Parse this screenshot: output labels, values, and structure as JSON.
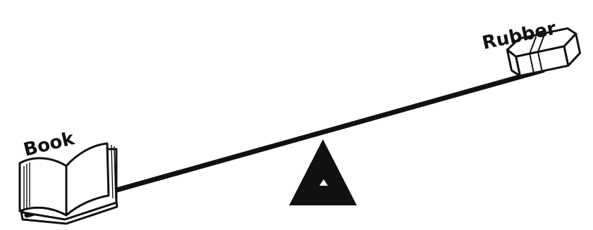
{
  "labels": {
    "book": "Book",
    "rubber": "Rubber"
  },
  "colors": {
    "ink": "#111111",
    "paper": "#ffffff"
  },
  "objects": {
    "left_end": "book-icon",
    "right_end": "eraser-icon",
    "pivot": "fulcrum-triangle"
  }
}
